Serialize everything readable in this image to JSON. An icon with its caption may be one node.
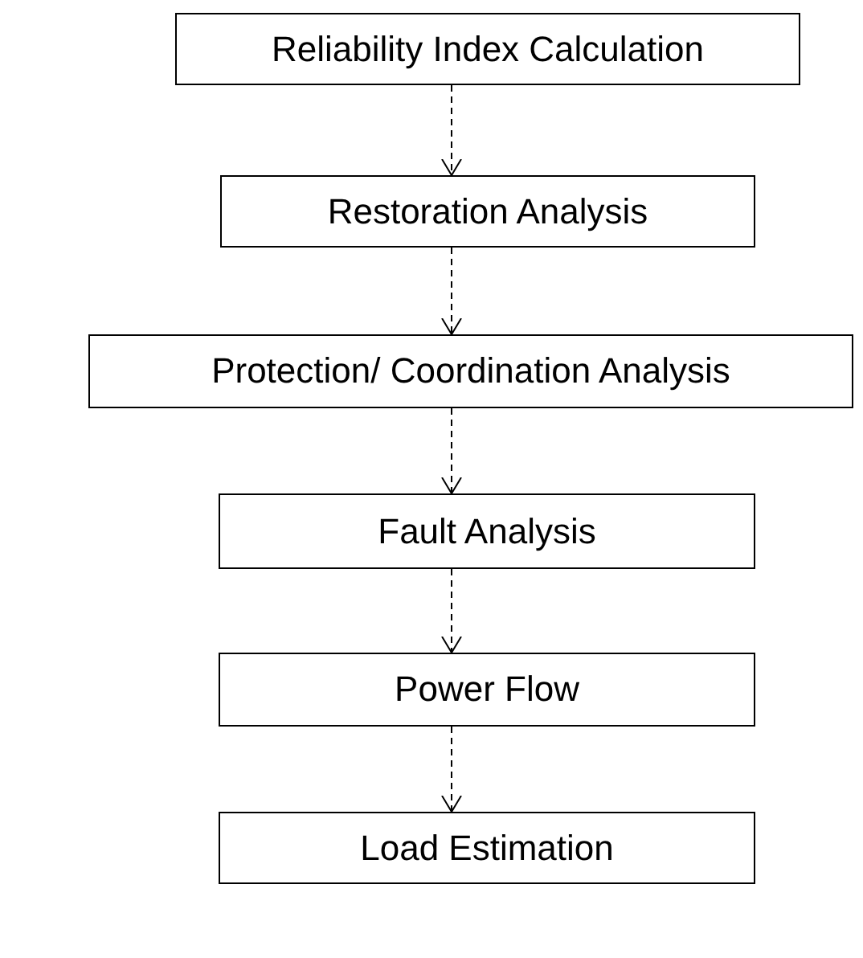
{
  "diagram": {
    "nodes": [
      {
        "text": [
          "Reliability Index Calculation"
        ]
      },
      {
        "text": [
          "Restoration Analysis"
        ]
      },
      {
        "text": [
          "Protection/ Coordination Analysis"
        ]
      },
      {
        "text": [
          "Fault Analysis"
        ]
      },
      {
        "text": [
          "Power Flow"
        ]
      },
      {
        "text": [
          "Load Estimation"
        ]
      }
    ],
    "edges": [
      {
        "from": 0,
        "to": 1,
        "arrow": "to",
        "style": "dashed"
      },
      {
        "from": 1,
        "to": 2,
        "arrow": "to",
        "style": "dashed"
      },
      {
        "from": 2,
        "to": 3,
        "arrow": "to",
        "style": "dashed"
      },
      {
        "from": 3,
        "to": 4,
        "arrow": "to",
        "style": "dashed"
      },
      {
        "from": 4,
        "to": 5,
        "arrow": "to",
        "style": "dashed"
      }
    ]
  }
}
